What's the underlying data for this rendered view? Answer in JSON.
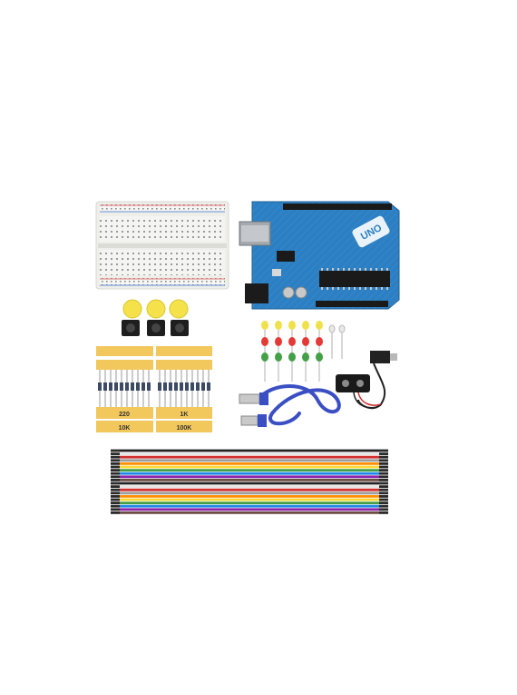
{
  "photo": {
    "board": {
      "logo_text": "UNO",
      "body_color": "#2a7fc0",
      "usb_color": "#9aa0a6"
    },
    "resistor_strips": {
      "labels": [
        "220",
        "1K",
        "10K",
        "100K"
      ],
      "tape_color": "#f2c75c"
    },
    "buttons": {
      "cap_color": "#f5e24a"
    },
    "leds": {
      "colors": [
        "#f0e14a",
        "#e53935",
        "#43a047"
      ]
    },
    "usb_cable": {
      "color": "#3b4fc4"
    },
    "jumper_wires": {
      "colors": [
        "#222222",
        "#ffffff",
        "#d32f2f",
        "#9e9e9e",
        "#ff8f00",
        "#fdd835",
        "#43a047",
        "#1e88e5",
        "#8e24aa",
        "#6d4c41"
      ]
    }
  }
}
